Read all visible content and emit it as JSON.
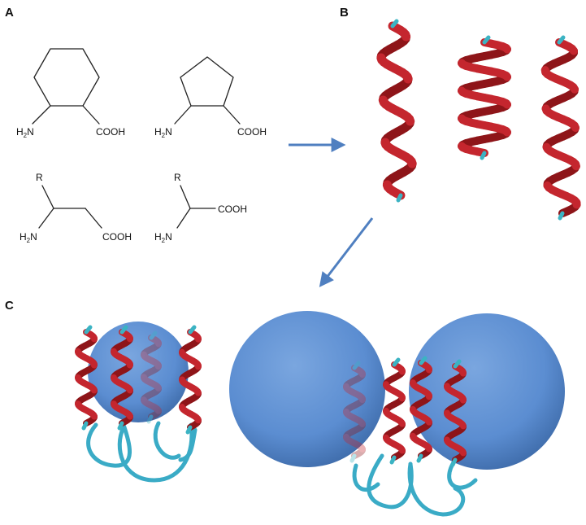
{
  "panels": {
    "a": {
      "label": "A"
    },
    "b": {
      "label": "B"
    },
    "c": {
      "label": "C"
    }
  },
  "molecules": {
    "cyclohexane": {
      "amine": "H",
      "amine_sub": "2",
      "amine_tail": "N",
      "acid": "COOH"
    },
    "cyclopentane": {
      "amine": "H",
      "amine_sub": "2",
      "amine_tail": "N",
      "acid": "COOH"
    },
    "beta_amino_acid": {
      "r": "R",
      "amine": "H",
      "amine_sub": "2",
      "amine_tail": "N",
      "acid": "COOH"
    },
    "alpha_amino_acid": {
      "r": "R",
      "amine": "H",
      "amine_sub": "2",
      "amine_tail": "N",
      "acid": "COOH"
    }
  },
  "colors": {
    "helix": "#c4262e",
    "helix_dark": "#8e1519",
    "helix_cap": "#3bb3c3",
    "linker": "#3aabc6",
    "sphere": "#5b8dd1",
    "sphere_dark": "#3d6fb5",
    "arrow": "#4f7fc0"
  },
  "icons": {
    "arrow_a_to_b": "right-arrow",
    "arrow_b_to_c": "down-left-arrow",
    "helix": "alpha-helix-ribbon",
    "sphere": "nanoparticle-sphere"
  }
}
